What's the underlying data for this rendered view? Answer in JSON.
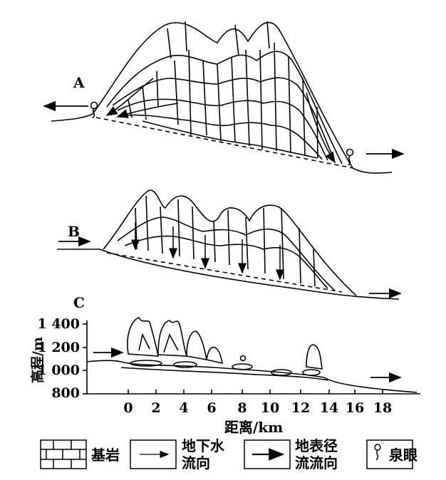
{
  "labels": {
    "panel_a": "A",
    "panel_b": "B",
    "panel_c": "C"
  },
  "axis": {
    "y_label": "高程/m",
    "x_label": "距离/km",
    "y_ticks": [
      "1 400",
      "1 200",
      "1 000",
      "800"
    ],
    "x_ticks": [
      "0",
      "2",
      "4",
      "6",
      "8",
      "10",
      "12",
      "14",
      "16",
      "18"
    ]
  },
  "legend": {
    "bedrock": "基岩",
    "groundwater_line1": "地下水",
    "groundwater_line2": "流向",
    "surface_line1": "地表径",
    "surface_line2": "流流向",
    "spring": "泉眼"
  }
}
